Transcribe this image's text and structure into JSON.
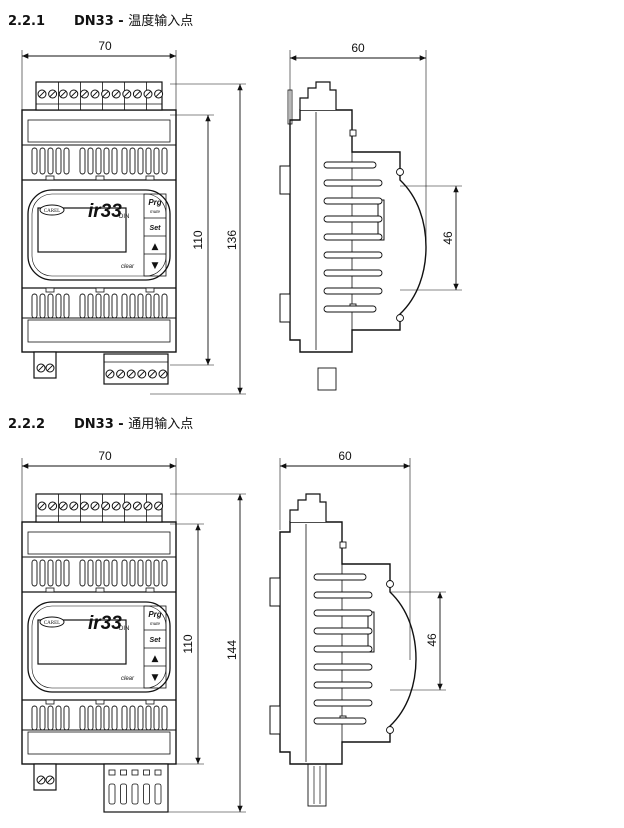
{
  "sections": [
    {
      "number": "2.2.1",
      "model": "DN33",
      "separator": "-",
      "title": "温度输入点",
      "front": {
        "width": "70",
        "inner_height": "110",
        "total_height": "136"
      },
      "side": {
        "depth": "60",
        "rail_height": "46"
      }
    },
    {
      "number": "2.2.2",
      "model": "DN33",
      "separator": "-",
      "title": "通用输入点",
      "front": {
        "width": "70",
        "inner_height": "110",
        "total_height": "144"
      },
      "side": {
        "depth": "60",
        "rail_height": "46"
      }
    }
  ],
  "device_labels": {
    "brand": "CAREL",
    "model": "ir33",
    "suffix": "DIN",
    "prg": "Prg",
    "mute": "mute",
    "set": "Set",
    "up": "▲",
    "down": "▼",
    "clear": "clear"
  }
}
